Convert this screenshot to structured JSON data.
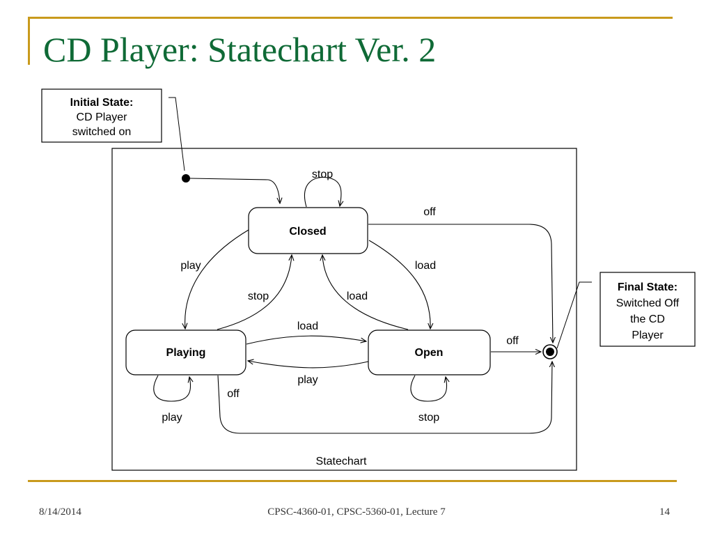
{
  "slide": {
    "title": "CD Player: Statechart Ver. 2",
    "footer_date": "8/14/2014",
    "footer_course": "CPSC-4360-01, CPSC-5360-01, Lecture 7",
    "page_number": "14",
    "accent_color": "#c99a1c",
    "title_color": "#0f6a36"
  },
  "diagram": {
    "frame_label": "Statechart",
    "states": {
      "closed": "Closed",
      "playing": "Playing",
      "open": "Open"
    },
    "transitions": {
      "closed_stop_self": "stop",
      "closed_off": "off",
      "closed_play": "play",
      "closed_load": "load",
      "playing_stop": "stop",
      "open_load": "load",
      "playing_load": "load",
      "open_play": "play",
      "playing_off": "off",
      "open_off": "off",
      "playing_play_self": "play",
      "open_stop_self": "stop"
    },
    "callouts": {
      "initial_title": "Initial State:",
      "initial_line1": "CD Player",
      "initial_line2": "switched on",
      "final_title": "Final State:",
      "final_line1": "Switched Off",
      "final_line2": "the CD",
      "final_line3": "Player"
    }
  }
}
